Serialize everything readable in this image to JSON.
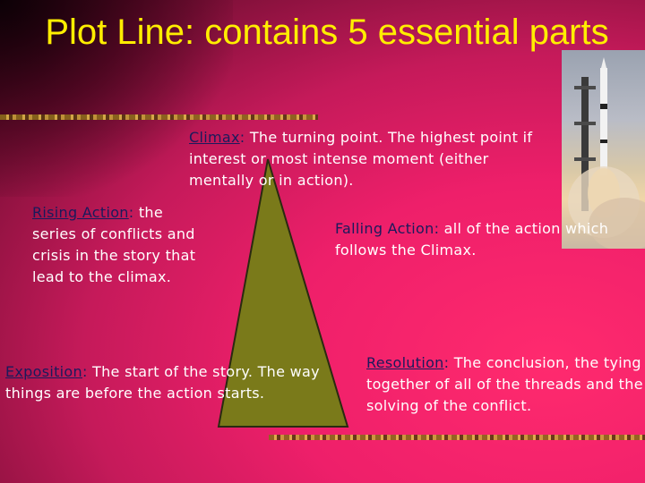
{
  "slide": {
    "title": "Plot Line: contains 5 essential parts"
  },
  "colors": {
    "title": "#ffee00",
    "term": "#1a1a5c",
    "body_text": "#ffffff",
    "triangle_fill": "#7a7a1a",
    "triangle_stroke": "#2a2a10"
  },
  "parts": {
    "climax": {
      "term": "Climax",
      "sep": ": ",
      "text": "The turning point.  The highest point if interest or most intense moment (either mentally or in action)."
    },
    "rising": {
      "term": "Rising Action",
      "sep": ": ",
      "text": "the series of conflicts and crisis in the story that lead to the climax."
    },
    "falling": {
      "term": "Falling Action",
      "sep": ": ",
      "text": "all of the action which follows the Climax."
    },
    "exposition": {
      "term": "Exposition",
      "sep": ":  ",
      "text": "The start of the story. The way things are before the action starts."
    },
    "resolution": {
      "term": "Resolution",
      "sep": ": ",
      "text": "The conclusion, the tying together of all of the threads and the solving of the conflict."
    }
  }
}
